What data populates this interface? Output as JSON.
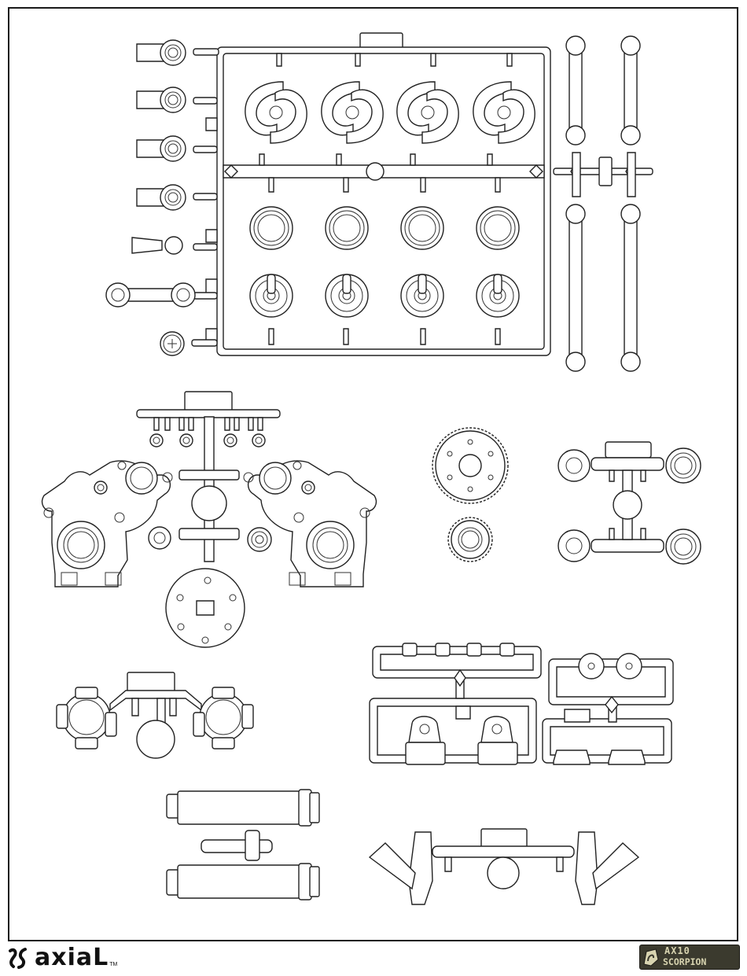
{
  "sheet": {
    "brand_logo_text": "axiaL",
    "brand_logo_tm": "TM",
    "badge_line1": "AX10",
    "badge_line2": "SCORPION"
  },
  "colors": {
    "line": "#222222",
    "paper": "#ffffff",
    "badge_bg": "#3b3a2e",
    "badge_text": "#d8d4b0"
  },
  "icons": [
    "axial-logo-icon",
    "scorpion-emblem-icon"
  ]
}
